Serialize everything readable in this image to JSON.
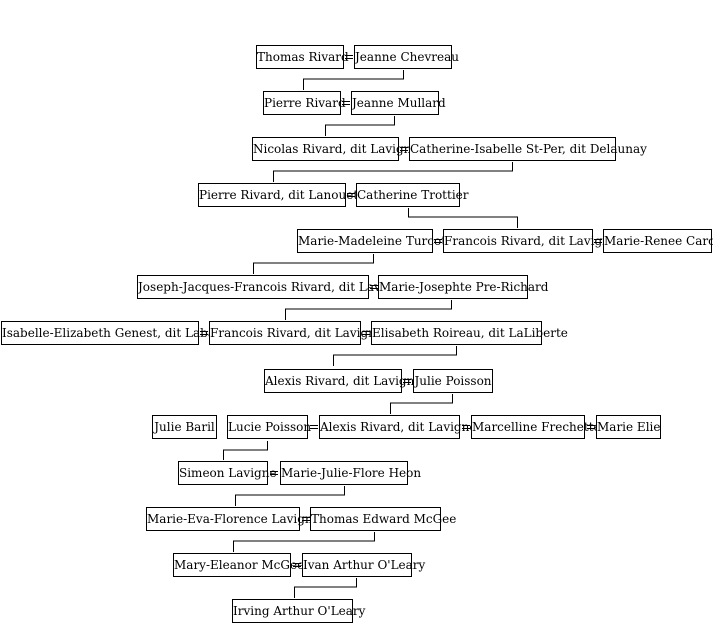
{
  "people": {
    "p1": "Thomas Rivard",
    "p2": "Jeanne Chevreau",
    "p3": "Pierre Rivard",
    "p4": "Jeanne Mullard",
    "p5": "Nicolas Rivard, dit Lavigne",
    "p6": "Catherine-Isabelle St-Per, dit Delaunay",
    "p7": "Pierre Rivard, dit Lanouette",
    "p8": "Catherine Trottier",
    "p9": "Marie-Madeleine Turcot",
    "p10": "Francois Rivard, dit Lavigne",
    "p11": "Marie-Renee Caron",
    "p12": "Joseph-Jacques-Francois Rivard, dit Lavigne",
    "p13": "Marie-Josephte Pre-Richard",
    "p14": "Isabelle-Elizabeth Genest, dit Labarre",
    "p15": "Francois Rivard, dit Lavigne",
    "p16": "Elisabeth Roireau, dit LaLiberte",
    "p17": "Alexis Rivard, dit Lavigne",
    "p18": "Julie Poisson",
    "p19": "Julie Baril",
    "p20": "Lucie Poisson",
    "p21": "Alexis Rivard, dit Lavigne",
    "p22": "Marcelline Frechette",
    "p23": "Marie Elie",
    "p24": "Simeon Lavigne",
    "p25": "Marie-Julie-Flore Heon",
    "p26": "Marie-Eva-Florence Lavigne",
    "p27": "Thomas Edward McGee",
    "p28": "Mary-Eleanor McGee",
    "p29": "Ivan Arthur O'Leary",
    "p30": "Irving Arthur O'Leary"
  }
}
